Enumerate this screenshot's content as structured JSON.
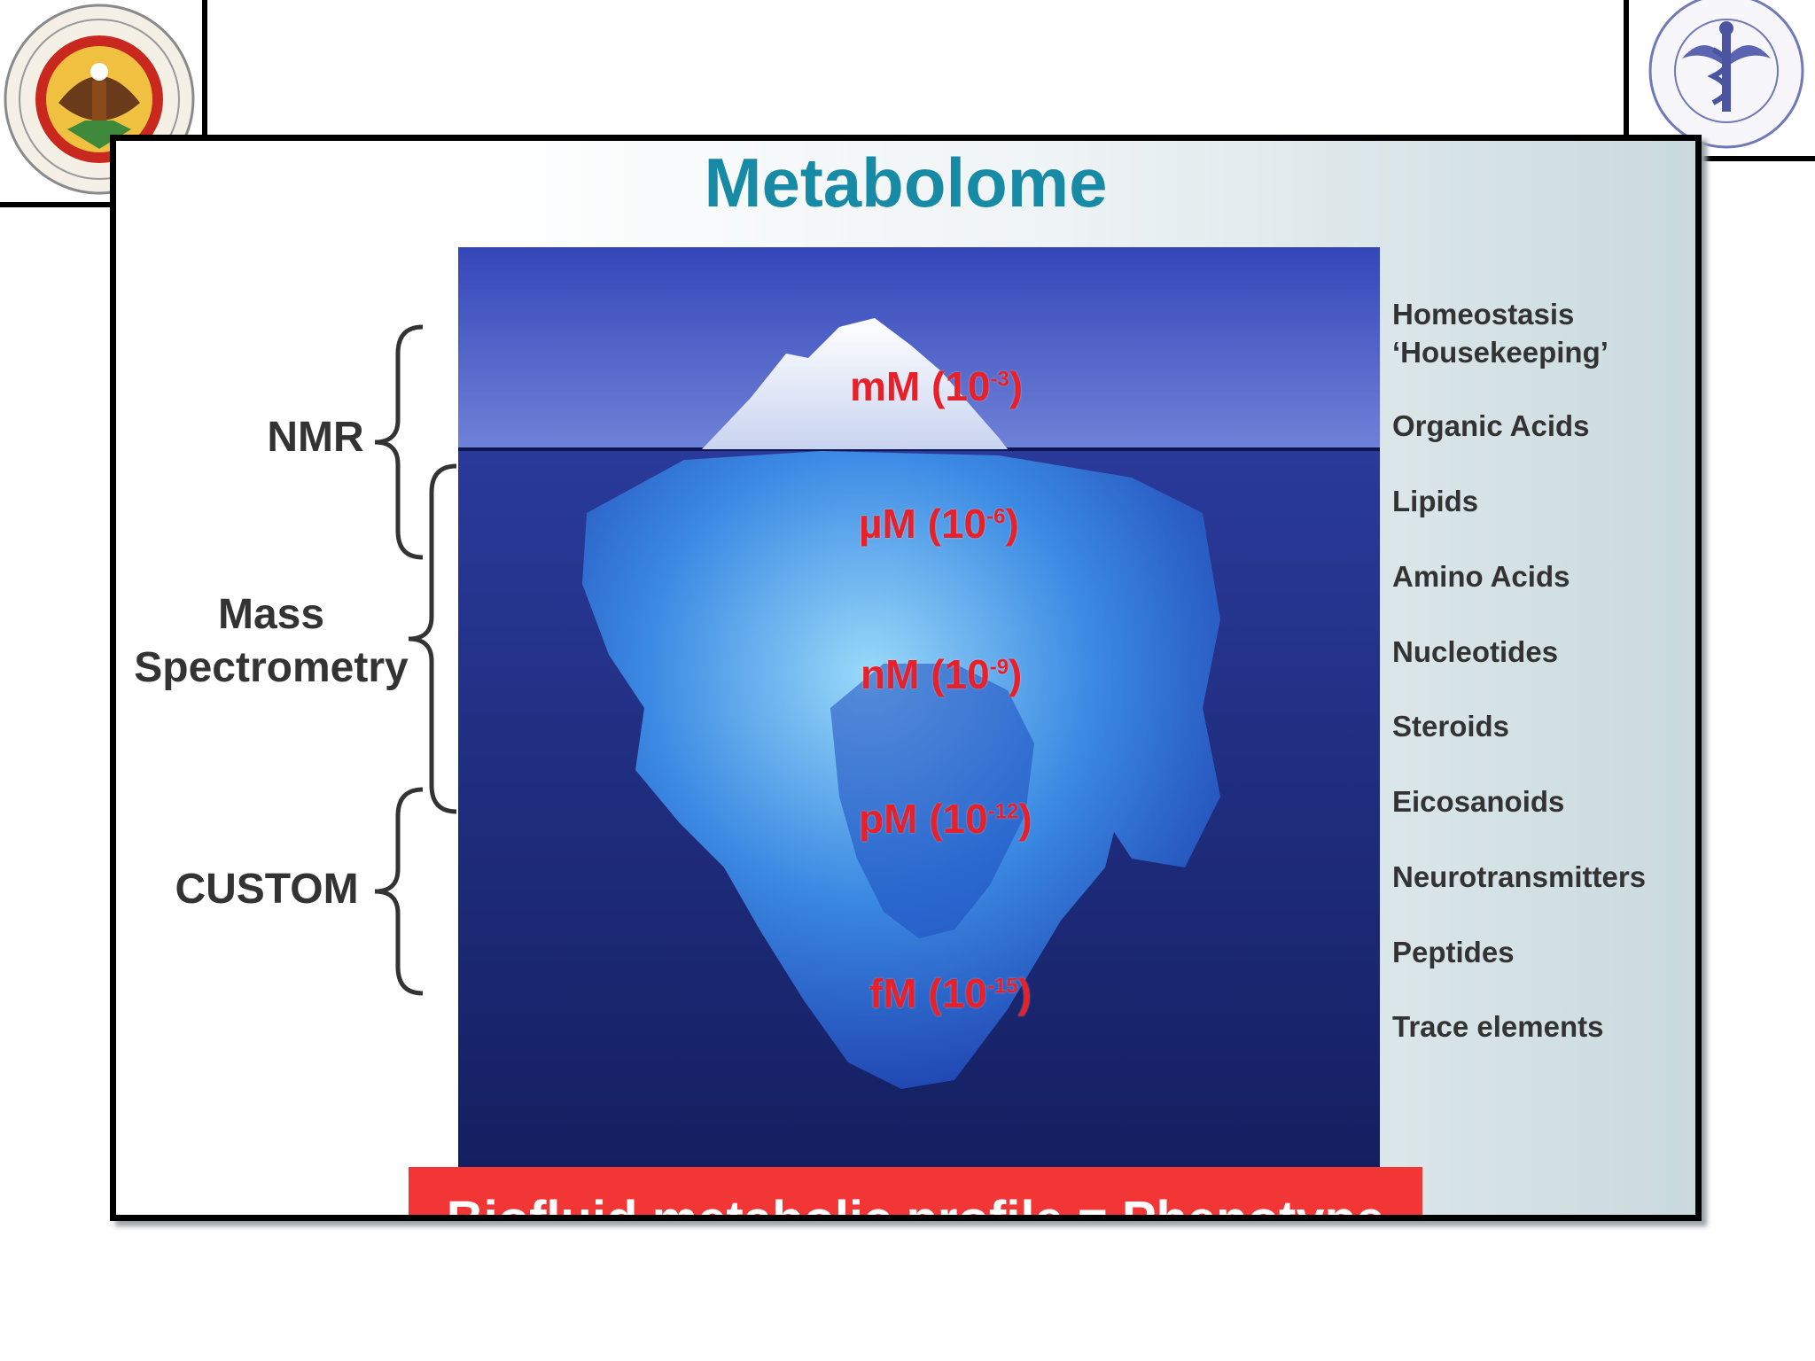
{
  "title": "Metabolome",
  "techniques": [
    {
      "label": "NMR"
    },
    {
      "label": "Mass\nSpectrometry"
    },
    {
      "label": "CUSTOM"
    }
  ],
  "concentrations": [
    {
      "unit": "mM",
      "base": "10",
      "exp": "-3"
    },
    {
      "unit": "µM",
      "base": "10",
      "exp": "-6"
    },
    {
      "unit": "nM",
      "base": "10",
      "exp": "-9"
    },
    {
      "unit": "pM",
      "base": "10",
      "exp": "-12"
    },
    {
      "unit": "fM",
      "base": "10",
      "exp": "-15"
    }
  ],
  "metabolite_classes": [
    "Homeostasis",
    "‘Housekeeping’",
    "Organic Acids",
    "Lipids",
    "Amino Acids",
    "Nucleotides",
    "Steroids",
    "Eicosanoids",
    "Neurotransmitters",
    "Peptides",
    "Trace elements"
  ],
  "banner": "Biofluid metabolic profile = Phenotype",
  "colors": {
    "title": "#178aa5",
    "concentration_text": "#e8202a",
    "banner_bg": "#f23535",
    "sky_top": "#5a6fd0",
    "water_deep": "#1a2a78"
  },
  "logos": {
    "left": "university-seal",
    "right": "veterinary-college-seal"
  }
}
